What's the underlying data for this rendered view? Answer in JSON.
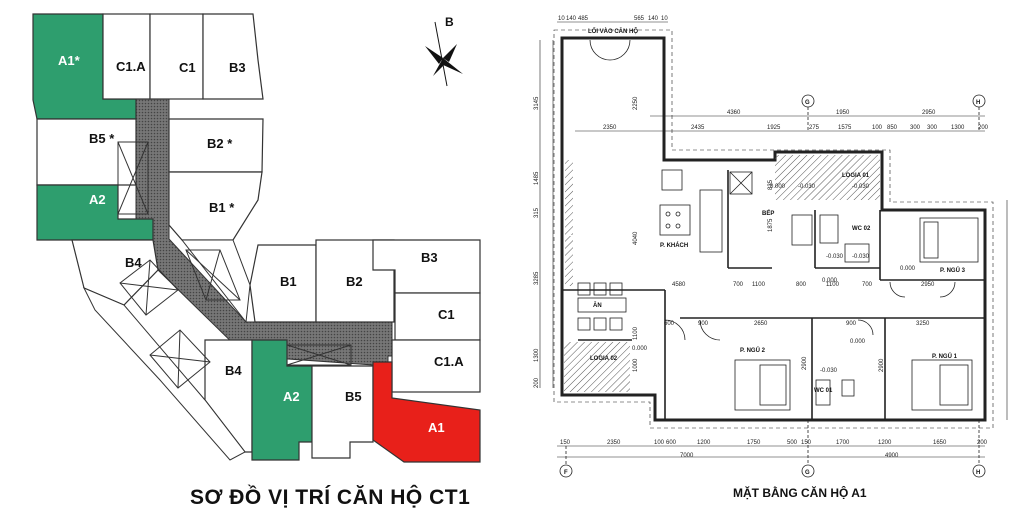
{
  "left_plan": {
    "title": "SƠ ĐỒ VỊ TRÍ CĂN HỘ CT1",
    "north_label": "B",
    "units": {
      "A1_top": "A1*",
      "C1A_top": "C1.A",
      "C1_top": "C1",
      "B3_top": "B3",
      "B5_top": "B5 *",
      "B2_top": "B2 *",
      "A2_top": "A2",
      "B1_top": "B1 *",
      "B4_top": "B4",
      "B1": "B1",
      "B2": "B2",
      "B3": "B3",
      "C1": "C1",
      "C1A": "C1.A",
      "B4": "B4",
      "A2": "A2",
      "B5": "B5",
      "A1": "A1"
    }
  },
  "right_plan": {
    "title": "MẶT BẰNG CĂN HỘ A1",
    "entry": "LỐI VÀO CĂN HỘ",
    "grid": [
      "G",
      "H",
      "F",
      "G",
      "H"
    ],
    "rooms": {
      "kitchen": "BẾP",
      "living": "P. KHÁCH",
      "dining": "ĂN",
      "logia1": "LOGIA 01",
      "logia2": "LOGIA 02",
      "bed3": "P. NGỦ 3",
      "bed2": "P. NGỦ 2",
      "bed1": "P. NGỦ 1",
      "wc1": "WC 01",
      "wc2": "WC 02"
    },
    "dims_top": [
      "10",
      "140",
      "485",
      "565",
      "140",
      "10",
      "4360",
      "1950",
      "2950",
      "2350",
      "2435",
      "1925",
      "275",
      "1575",
      "100",
      "850",
      "300",
      "300",
      "1300",
      "200"
    ],
    "dims_bottom": [
      "150",
      "2350",
      "100",
      "600",
      "1200",
      "1750",
      "500",
      "150",
      "1700",
      "1200",
      "1650",
      "200",
      "7000",
      "4900"
    ],
    "dims_left": [
      "3145",
      "1485",
      "315",
      "3285",
      "1300",
      "200"
    ],
    "dims_mid": [
      "2250",
      "4040",
      "835",
      "1875",
      "4580",
      "700",
      "1100",
      "800",
      "1100",
      "700",
      "2950",
      "600",
      "900",
      "2650",
      "900",
      "3250",
      "2900",
      "2900",
      "1100",
      "1000"
    ],
    "elevs": [
      "0.000",
      "-0.030",
      "-0.030",
      "0.000",
      "0.000",
      "-0.030",
      "0.000",
      "-0.030",
      "-0.030",
      "0.000"
    ]
  }
}
